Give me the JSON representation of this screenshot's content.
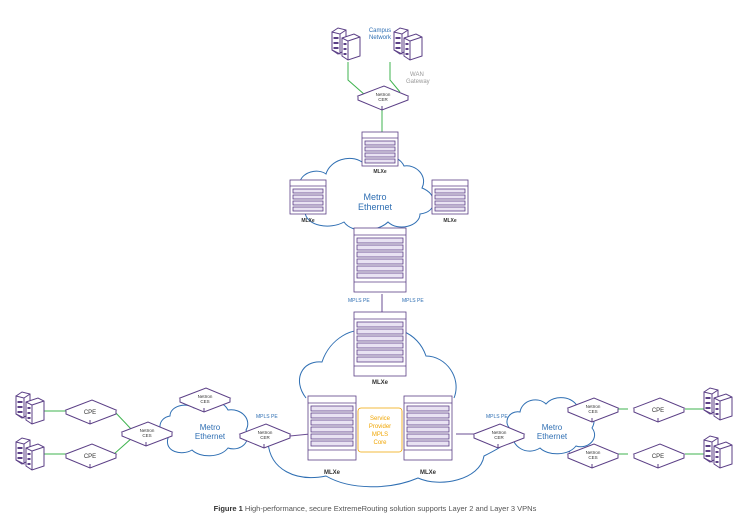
{
  "labels": {
    "campus_network": [
      "Campus",
      "Network"
    ],
    "wan_gateway": [
      "WAN",
      "Gateway"
    ],
    "netiron_cer": [
      "NetIron",
      "CER"
    ],
    "netiron_ces": [
      "NetIron",
      "CES"
    ],
    "mlxe": "MLXe",
    "metro_ethernet": [
      "Metro",
      "Ethernet"
    ],
    "mpls_pe": "MPLS PE",
    "cpe": "CPE",
    "sp_core": [
      "Service",
      "Provider",
      "MPLS",
      "Core"
    ]
  },
  "caption": {
    "figure": "Figure 1",
    "text": " High-performance, secure ExtremeRouting solution supports Layer 2 and Layer 3 VPNs"
  },
  "colors": {
    "line": "#6a4c93",
    "blue": "#2f6fb3",
    "green": "#3fb34f",
    "core_text": "#f0a500"
  }
}
